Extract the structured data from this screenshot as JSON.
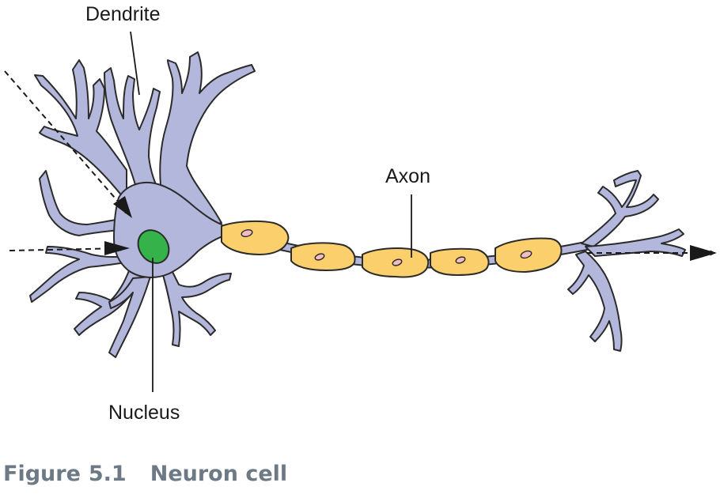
{
  "labels": {
    "dendrite": "Dendrite",
    "axon": "Axon",
    "nucleus": "Nucleus"
  },
  "caption": {
    "prefix": "Figure",
    "number": "5.1",
    "title": "Neuron cell"
  },
  "colors": {
    "cell_body": "#b3b7dc",
    "myelin": "#fbd06c",
    "nucleus": "#35b34a",
    "node_nucleus": "#f3bcc0",
    "outline": "#2b2b2b",
    "caption": "#6d7a86"
  }
}
